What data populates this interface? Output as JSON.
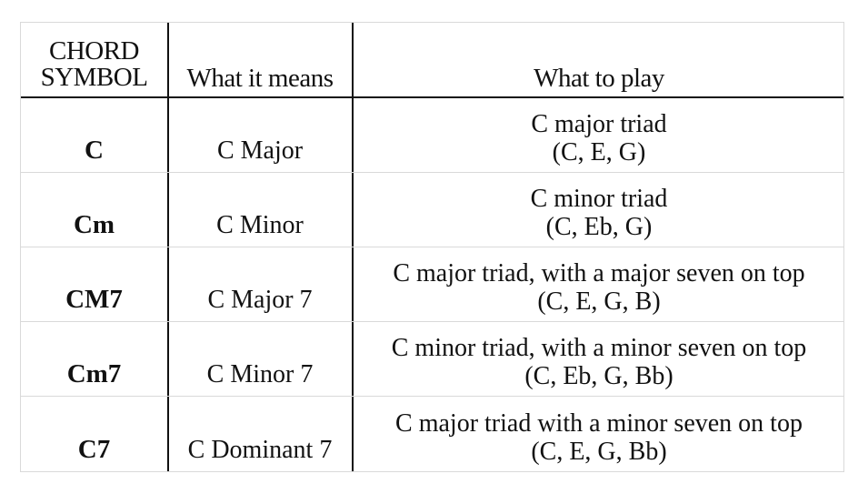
{
  "table": {
    "headers": {
      "symbol_line1": "CHORD",
      "symbol_line2": "SYMBOL",
      "meaning": "What it means",
      "play": "What to play"
    },
    "rows": [
      {
        "symbol": "C",
        "meaning": "C Major",
        "play_line1": "C major triad",
        "play_line2": "(C, E, G)"
      },
      {
        "symbol": "Cm",
        "meaning": "C Minor",
        "play_line1": "C minor triad",
        "play_line2": "(C, Eb, G)"
      },
      {
        "symbol": "CM7",
        "meaning": "C Major 7",
        "play_line1": "C major triad, with a major seven on top",
        "play_line2": "(C, E, G, B)"
      },
      {
        "symbol": "Cm7",
        "meaning": "C Minor 7",
        "play_line1": "C minor triad, with a minor seven on top",
        "play_line2": "(C, Eb, G, Bb)"
      },
      {
        "symbol": "C7",
        "meaning": "C Dominant 7",
        "play_line1": "C major triad with a minor seven on top",
        "play_line2": "(C, E, G, Bb)"
      }
    ]
  }
}
